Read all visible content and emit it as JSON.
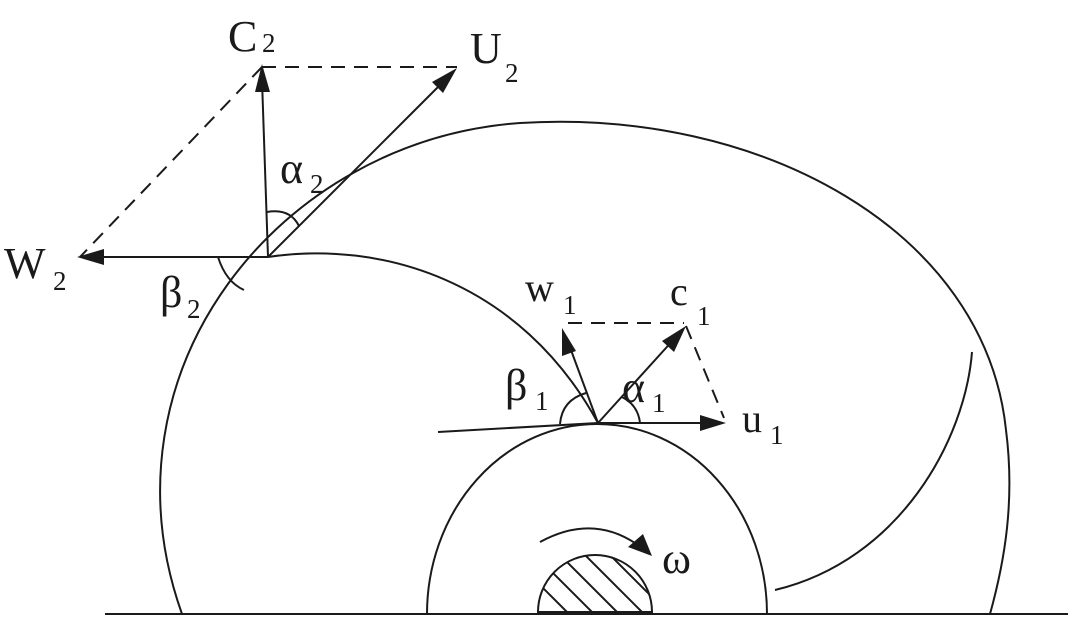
{
  "labels": {
    "C": {
      "main": "C",
      "sub": "2"
    },
    "U": {
      "main": "U",
      "sub": "2"
    },
    "W": {
      "main": "W",
      "sub": "2"
    },
    "alpha2": {
      "main": "α",
      "sub": "2"
    },
    "beta2": {
      "main": "β",
      "sub": "2"
    },
    "w1": {
      "main": "w",
      "sub": "1"
    },
    "c1": {
      "main": "c",
      "sub": "1"
    },
    "beta1": {
      "main": "β",
      "sub": "1"
    },
    "alpha1": {
      "main": "α",
      "sub": "1"
    },
    "u1": {
      "main": "u",
      "sub": "1"
    },
    "omega": "ω"
  }
}
